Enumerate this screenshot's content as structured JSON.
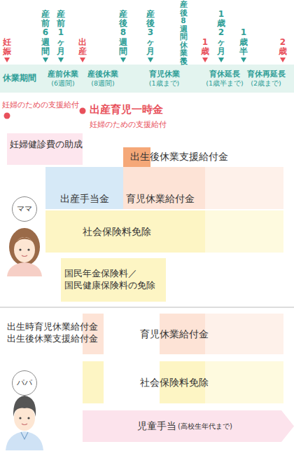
{
  "diagram": {
    "nodes": [
      {
        "text": [
          "休業期間"
        ]
      },
      {
        "text": [
          "産前休業",
          "(6週間)"
        ],
        "in": 0
      },
      {
        "text": [
          "産後休業",
          "(8週間)"
        ],
        "in": 0
      },
      {
        "text": [
          "育児休業",
          "(1歳まで)"
        ],
        "in": 0
      },
      {
        "text": [
          "育休延長",
          "(1歳半まで)"
        ],
        "in": 0
      },
      {
        "text": [
          "育休再延長",
          "(2歳まで)"
        ],
        "in": 0
      },
      {
        "text": [
          "妊婦健診費の助成"
        ]
      },
      {
        "text": [
          "出生後休業支援給付金"
        ]
      },
      {
        "text": [
          "出産手当金"
        ]
      },
      {
        "text": [
          "育児休業給付金"
        ]
      },
      {
        "text": [
          "社会保険料免除"
        ]
      },
      {
        "text": [
          "国民年金保険料／ 国民健康保険料の免除"
        ]
      },
      {
        "text": [
          "ママ"
        ]
      },
      {
        "text": [
          "出生時育児休業給付金",
          "出生後休業支援給付金"
        ]
      },
      {
        "text": [
          "育児休業給付金"
        ]
      },
      {
        "text": [
          "社会保険料免除"
        ]
      },
      {
        "text": [
          "パパ"
        ]
      },
      {
        "text": [
          "児童手当",
          "(高校生年代まで)"
        ]
      }
    ],
    "edges": [],
    "labels": [
      "妊娠",
      "産前6週間",
      "産前1ヶ月",
      "出産",
      "産後8週間",
      "産後3ヶ月",
      "産後8週間休業後",
      "1歳",
      "1歳2ヶ月",
      "1歳半",
      "2歳",
      "妊婦のための支援給付",
      "出産育児一時金",
      "妊婦のための支援給付"
    ]
  }
}
